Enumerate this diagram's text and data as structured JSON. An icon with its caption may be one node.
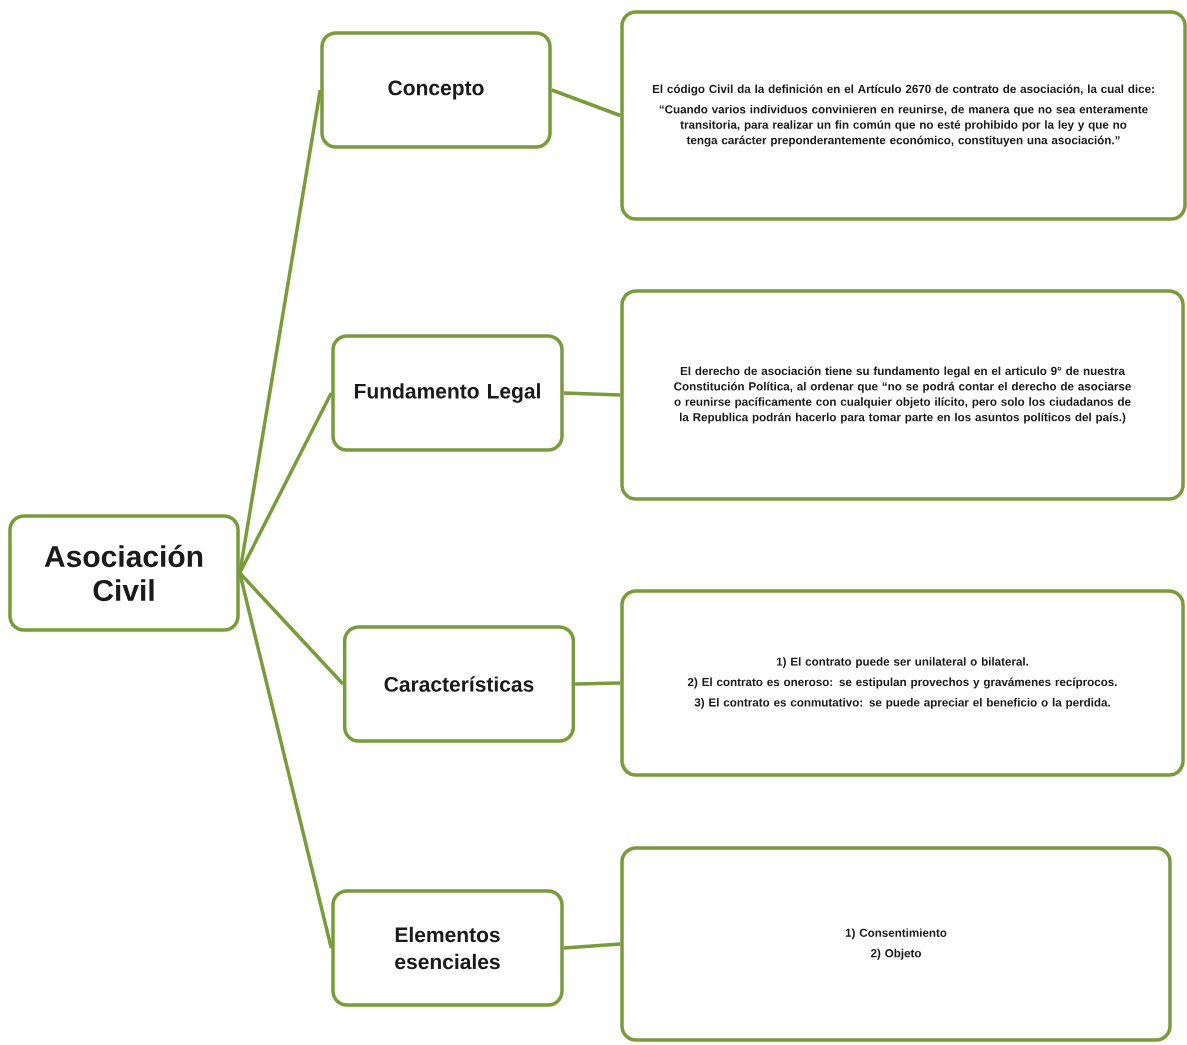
{
  "diagram": {
    "nodes": [
      {
        "text": [
          "Asociación Civil"
        ]
      },
      {
        "text": [
          "Concepto"
        ]
      },
      {
        "text": [
          "El código Civil  da la  definición en el Artículo 2670 de contrato de asociación, la cual dice:",
          "“Cuando varios individuos convinieren en reunirse, de manera que no sea enteramente transitoria, para realizar un fin común que no esté prohibido por la ley y que no tenga carácter preponderantemente económico, constituyen una asociación.”"
        ]
      },
      {
        "text": [
          "Fundamento Legal"
        ]
      },
      {
        "text": [
          "El derecho de asociación tiene su fundamento legal en el articulo 9° de nuestra Constitución Política, al ordenar que “no se podrá contar el derecho de asociarse o reunirse pacíficamente con cualquier objeto ilícito, pero solo los ciudadanos de la Republica podrán hacerlo para tomar parte en los asuntos políticos del país.)"
        ]
      },
      {
        "text": [
          "Características"
        ]
      },
      {
        "text": [
          "1) El contrato puede ser unilateral  o bilateral.",
          "2) El contrato es oneroso: se estipulan provechos y gravámenes recíprocos.",
          "3) El contrato es conmutativo:  se puede apreciar el beneficio o la perdida."
        ]
      },
      {
        "text": [
          "Elementos esenciales"
        ]
      },
      {
        "text": [
          "1) Consentimiento",
          "2) Objeto"
        ]
      }
    ],
    "edges": [
      {
        "from": 0,
        "to": 1,
        "arrow": "none"
      },
      {
        "from": 0,
        "to": 3,
        "arrow": "none"
      },
      {
        "from": 0,
        "to": 5,
        "arrow": "none"
      },
      {
        "from": 0,
        "to": 7,
        "arrow": "none"
      },
      {
        "from": 1,
        "to": 2,
        "arrow": "none"
      },
      {
        "from": 3,
        "to": 4,
        "arrow": "none"
      },
      {
        "from": 5,
        "to": 6,
        "arrow": "none"
      },
      {
        "from": 7,
        "to": 8,
        "arrow": "none"
      }
    ]
  }
}
